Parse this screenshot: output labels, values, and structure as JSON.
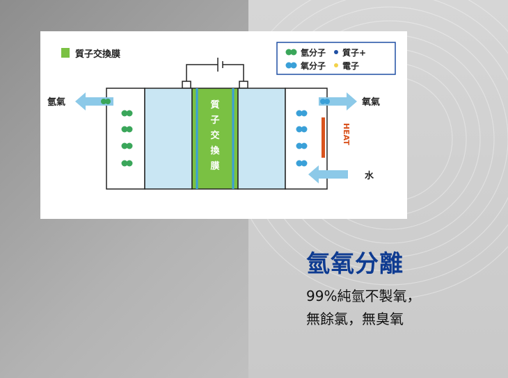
{
  "diagram": {
    "membrane_label": "質子交換膜",
    "membrane_vertical": [
      "質",
      "子",
      "交",
      "換",
      "膜"
    ],
    "legend": {
      "hydrogen_molecule": "氫分子",
      "oxygen_molecule": "氧分子",
      "proton": "質子+",
      "electron": "電子"
    },
    "left_outlet": "氫氣",
    "right_outlet": "氧氣",
    "water_inlet": "水",
    "heat_label": "HEAT",
    "colors": {
      "membrane": "#7ac143",
      "chamber": "#c9e6f3",
      "arrow": "#8cc9e8",
      "hydrogen": "#3aa65a",
      "oxygen": "#3aa0d8",
      "proton": "#1f4fa3",
      "electron": "#f2d24a",
      "heat": "#d9531e"
    }
  },
  "text": {
    "headline": "氫氧分離",
    "line1": "99%純氫不製氧，",
    "line2": "無餘氯，無臭氧"
  }
}
